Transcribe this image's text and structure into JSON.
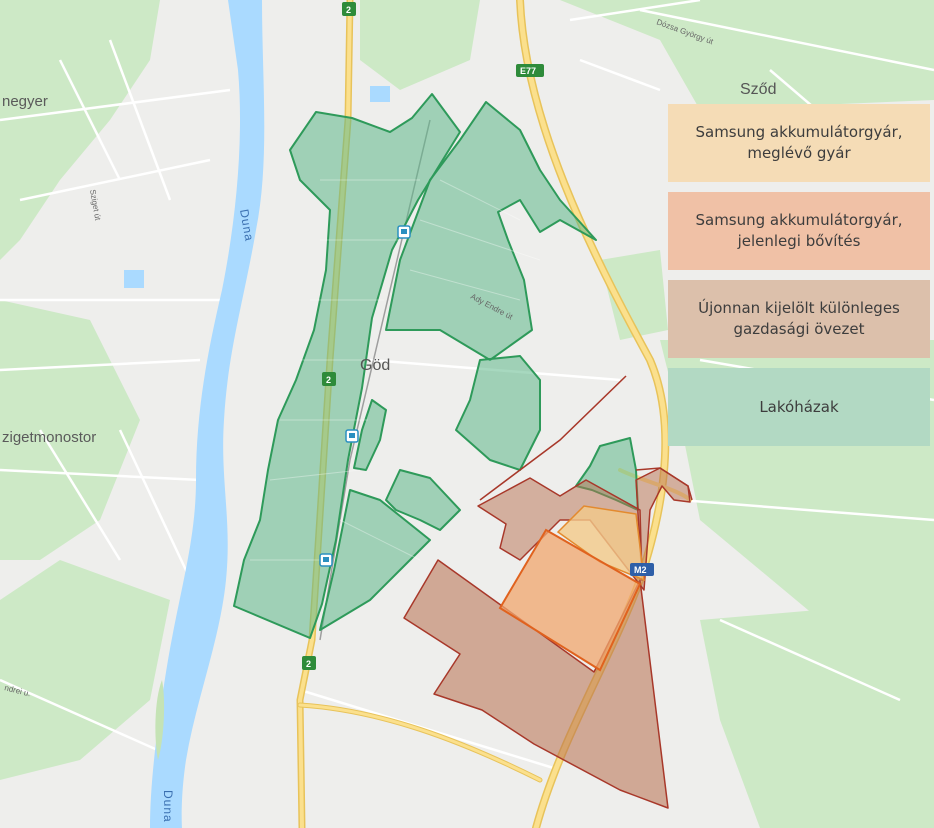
{
  "map": {
    "place_labels": {
      "szod": "Sződ",
      "god": "Göd",
      "szigetmonostor": "zigetmonostor",
      "megyer": "negyer"
    },
    "river_labels": {
      "duna_north": "Duna",
      "duna_south": "Duna"
    },
    "road_labels": {
      "szigeti_ut": "Sziget út",
      "ady_endre_ut": "Ady Endre út",
      "dozsa_gyorgy_ut": "Dózsa György út",
      "andrei_u": "ndrei u."
    },
    "road_shields": {
      "route_2_top": "2",
      "route_2_mid": "2",
      "route_2_bottom": "2",
      "e77": "E77",
      "m2": "M2"
    },
    "colors": {
      "water": "#aadaff",
      "park": "#c8e8c0",
      "residential_fill": "#5fb88a",
      "residential_stroke": "#2e9a5a",
      "existing_factory_fill": "#f3c98a",
      "expansion_fill": "#f0a56e",
      "economic_zone_fill": "#b86e55",
      "economic_zone_stroke": "#a8382a",
      "highway": "#f8d36b"
    }
  },
  "legend": {
    "items": [
      {
        "label": "Samsung akkumulátorgyár, meglévő gyár",
        "color": "#f5dcb6"
      },
      {
        "label": "Samsung akkumulátorgyár, jelenlegi bővítés",
        "color": "#f0c1a6"
      },
      {
        "label": "Újonnan kijelölt különleges gazdasági övezet",
        "color": "#dcc0ab"
      },
      {
        "label": "Lakóházak",
        "color": "#b2d9c3"
      }
    ]
  }
}
